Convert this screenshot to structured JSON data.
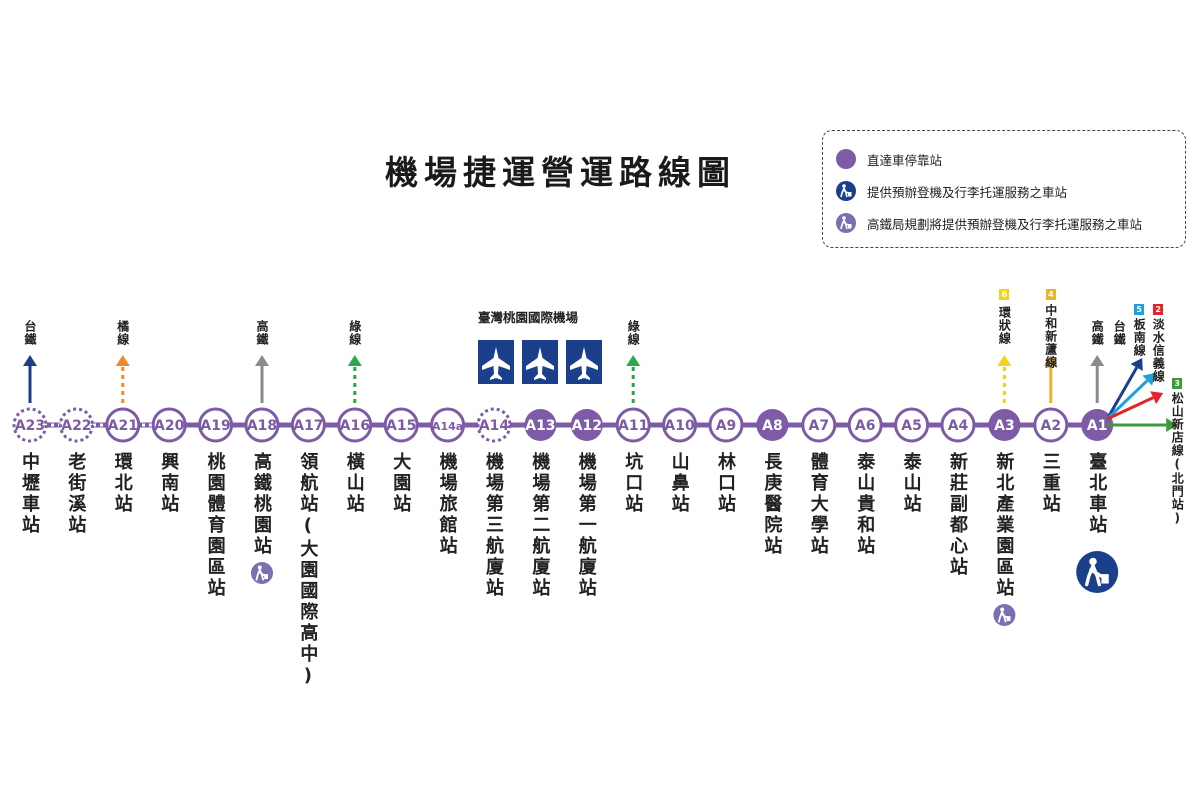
{
  "title": "機場捷運營運路線圖",
  "legend": [
    {
      "text": "直達車停靠站",
      "icon": "direct-stop-dot"
    },
    {
      "text": "提供預辦登機及行李托運服務之車站",
      "icon": "check-in-luggage-icon"
    },
    {
      "text": "高鐵局規劃將提供預辦登機及行李托運服務之車站",
      "icon": "planned-check-in-icon"
    }
  ],
  "airport_label": "臺灣桃園國際機場",
  "colors": {
    "line": "#7d5ba6",
    "navy": "#1b3f8b",
    "orange": "#f08a24",
    "gray": "#8a8a8a",
    "green": "#2aa84a",
    "yellow": "#f2d21a",
    "gold": "#e8b52a",
    "sky": "#1ea0dc",
    "red": "#e3242b",
    "dark_green": "#3a9b3a"
  },
  "stations": [
    {
      "code": "A23",
      "name": "中壢車站",
      "type": "future"
    },
    {
      "code": "A22",
      "name": "老街溪站",
      "type": "future"
    },
    {
      "code": "A21",
      "name": "環北站",
      "type": "normal"
    },
    {
      "code": "A20",
      "name": "興南站",
      "type": "normal"
    },
    {
      "code": "A19",
      "name": "桃園體育園區站",
      "type": "normal"
    },
    {
      "code": "A18",
      "name": "高鐵桃園站",
      "type": "normal",
      "planned_checkin": true
    },
    {
      "code": "A17",
      "name": "領航站(大園國際高中)",
      "type": "normal"
    },
    {
      "code": "A16",
      "name": "橫山站",
      "type": "normal"
    },
    {
      "code": "A15",
      "name": "大園站",
      "type": "normal"
    },
    {
      "code": "A14a",
      "name": "機場旅館站",
      "type": "normal"
    },
    {
      "code": "A14",
      "name": "機場第三航廈站",
      "type": "future"
    },
    {
      "code": "A13",
      "name": "機場第二航廈站",
      "type": "express"
    },
    {
      "code": "A12",
      "name": "機場第一航廈站",
      "type": "express"
    },
    {
      "code": "A11",
      "name": "坑口站",
      "type": "normal"
    },
    {
      "code": "A10",
      "name": "山鼻站",
      "type": "normal"
    },
    {
      "code": "A9",
      "name": "林口站",
      "type": "normal"
    },
    {
      "code": "A8",
      "name": "長庚醫院站",
      "type": "express"
    },
    {
      "code": "A7",
      "name": "體育大學站",
      "type": "normal"
    },
    {
      "code": "A6",
      "name": "泰山貴和站",
      "type": "normal"
    },
    {
      "code": "A5",
      "name": "泰山站",
      "type": "normal"
    },
    {
      "code": "A4",
      "name": "新莊副都心站",
      "type": "normal"
    },
    {
      "code": "A3",
      "name": "新北產業園區站",
      "type": "express",
      "planned_checkin": true
    },
    {
      "code": "A2",
      "name": "三重站",
      "type": "normal"
    },
    {
      "code": "A1",
      "name": "臺北車站",
      "type": "express",
      "checkin": true
    }
  ],
  "connections": [
    {
      "station": "A23",
      "label": "台鐵",
      "color": "#1b3f8b",
      "style": "solid"
    },
    {
      "station": "A21",
      "label": "橘線",
      "color": "#f08a24",
      "style": "dotted"
    },
    {
      "station": "A18",
      "label": "高鐵",
      "color": "#8a8a8a",
      "style": "solid"
    },
    {
      "station": "A16",
      "label": "綠線",
      "color": "#2aa84a",
      "style": "dotted"
    },
    {
      "station": "A11",
      "label": "綠線",
      "color": "#2aa84a",
      "style": "dotted"
    },
    {
      "station": "A3",
      "label": "環狀線",
      "color": "#f2d21a",
      "style": "dotted",
      "badge": "6"
    },
    {
      "station": "A2",
      "label": "中和新蘆線",
      "color": "#e8b52a",
      "style": "solid",
      "badge": "4"
    }
  ],
  "a1_connections": [
    {
      "label": "高鐵",
      "color": "#8a8a8a"
    },
    {
      "label": "台鐵",
      "color": "#1b3f8b"
    },
    {
      "label": "板南線",
      "color": "#1ea0dc",
      "badge": "5"
    },
    {
      "label": "淡水信義線",
      "color": "#e3242b",
      "badge": "2"
    },
    {
      "label": "松山新店線(北門站)",
      "color": "#3a9b3a",
      "badge": "3"
    }
  ]
}
